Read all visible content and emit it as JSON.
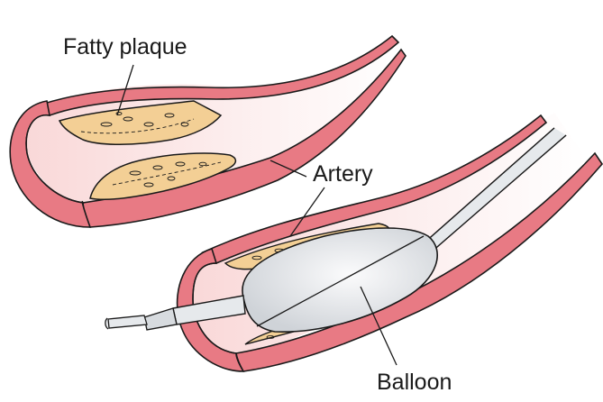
{
  "labels": {
    "fatty_plaque": "Fatty plaque",
    "artery": "Artery",
    "balloon": "Balloon"
  },
  "colors": {
    "artery_wall": "#e87a84",
    "artery_wall_dark": "#d85a68",
    "lumen": "#fbe6e6",
    "plaque": "#f3cf95",
    "plaque_light": "#f8e1b8",
    "balloon": "#e6e9ec",
    "outline": "#1a1a1a"
  }
}
